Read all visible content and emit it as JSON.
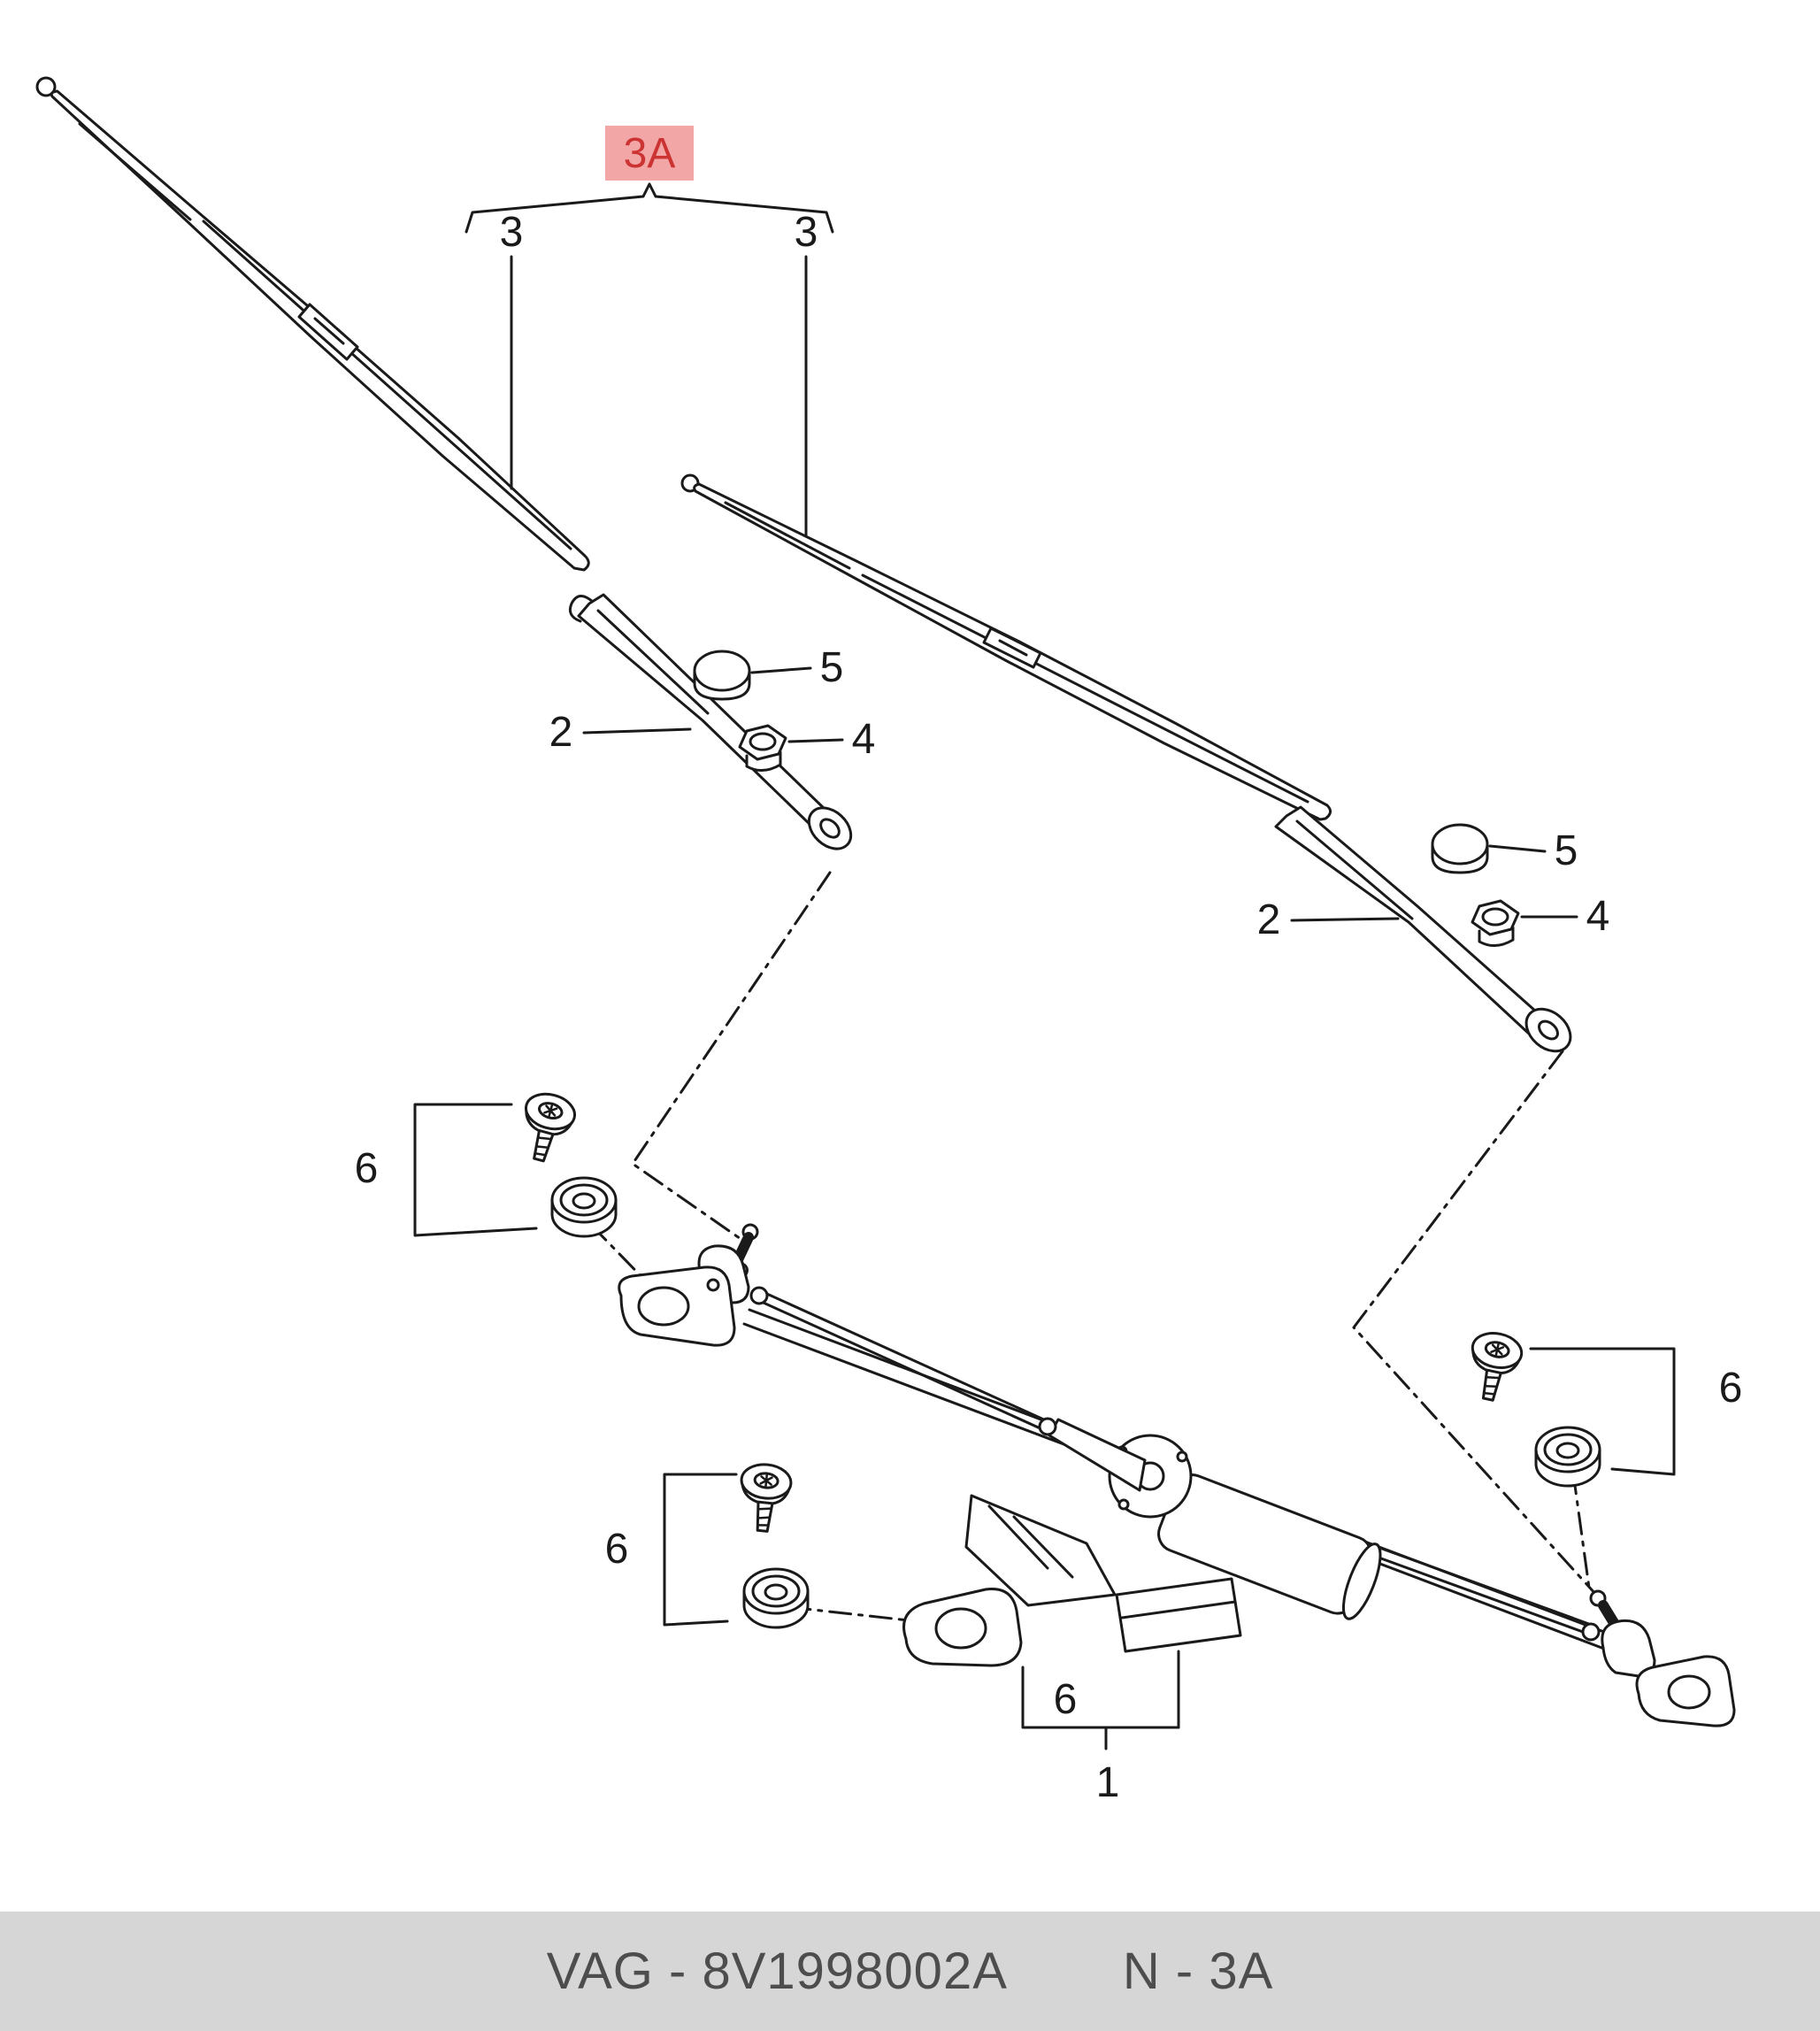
{
  "colors": {
    "line": "#1a1a1a",
    "highlight_bg": "#f3a6a6",
    "highlight_text": "#cc3333",
    "footer_bg": "#d6d6d6",
    "footer_text": "#4d4d4d"
  },
  "diagram": {
    "group_label": "3A",
    "callouts": {
      "blade_left": "3",
      "blade_right": "3",
      "arm_left": "2",
      "arm_right": "2",
      "nut_left": "4",
      "nut_right": "4",
      "cap_left": "5",
      "cap_right": "5",
      "fastener_upper_left": "6",
      "fastener_lower_left": "6",
      "fastener_right": "6",
      "fastener_center": "6",
      "linkage": "1"
    }
  },
  "footer": {
    "catalog_code": "VAG - 8V1998002A",
    "section_code": "N - 3A"
  }
}
